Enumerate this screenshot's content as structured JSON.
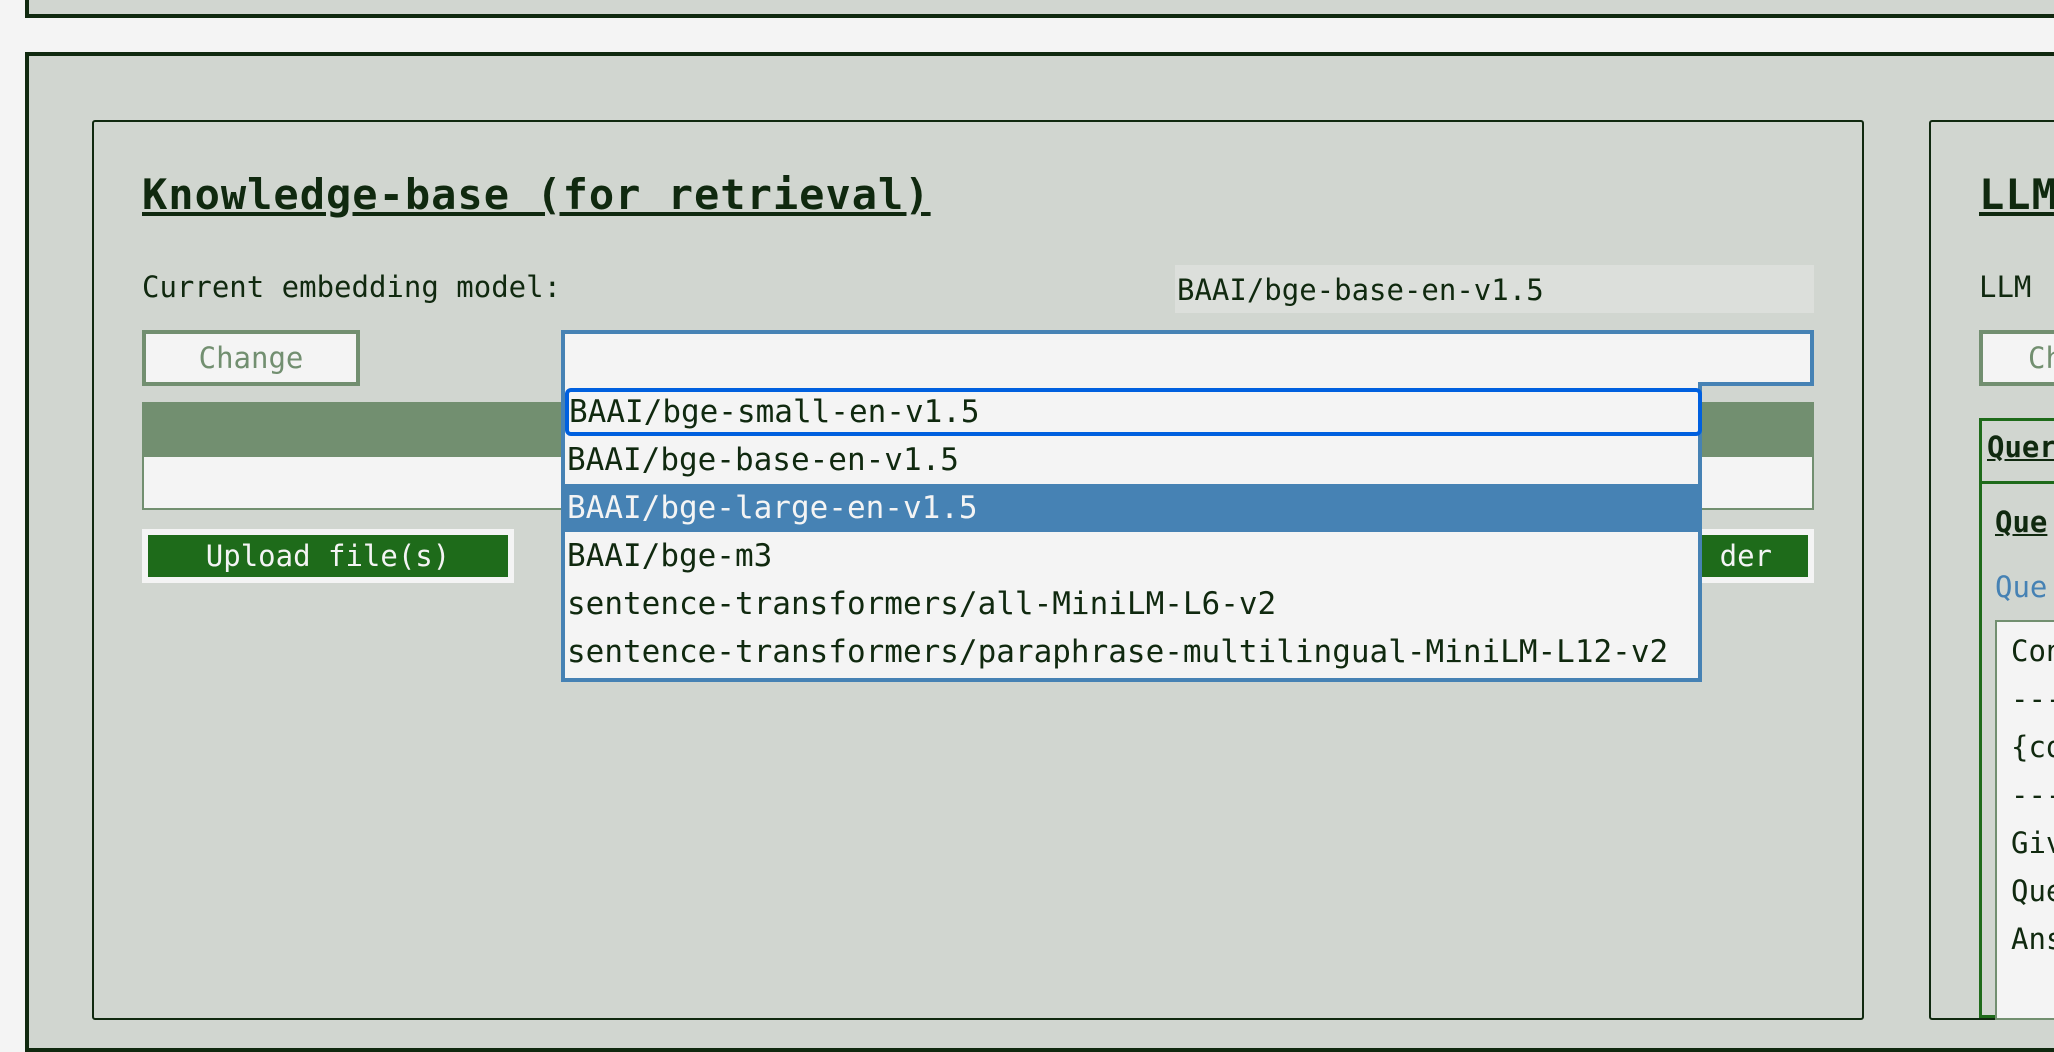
{
  "knowledge_base": {
    "title": "Knowledge-base (for retrieval)",
    "current_model_label": "Current embedding model:",
    "current_model_value": "BAAI/bge-base-en-v1.5",
    "change_button": "Change",
    "model_select": {
      "value": "",
      "options": [
        {
          "label": "BAAI/bge-small-en-v1.5",
          "state": "focused"
        },
        {
          "label": "BAAI/bge-base-en-v1.5",
          "state": ""
        },
        {
          "label": "BAAI/bge-large-en-v1.5",
          "state": "highlighted"
        },
        {
          "label": "BAAI/bge-m3",
          "state": ""
        },
        {
          "label": "sentence-transformers/all-MiniLM-L6-v2",
          "state": ""
        },
        {
          "label": "sentence-transformers/paraphrase-multilingual-MiniLM-L12-v2",
          "state": ""
        }
      ]
    },
    "upload_files_button": "Upload file(s)",
    "upload_folder_button_visible_text": "der"
  },
  "llm_panel": {
    "title_visible": "LLM",
    "label_visible": "LLM",
    "change_button_visible": "Ch",
    "tab_visible": "Quer",
    "section_title_visible": "Que",
    "field_label_visible": "Que",
    "prompt_lines_visible": [
      "Con",
      "---",
      "{co",
      "---",
      "Giv",
      "Que",
      "Ans"
    ]
  },
  "colors": {
    "background": "#d1d6d0",
    "border_dark": "#10290f",
    "accent_green": "#1e6b1a",
    "muted_green": "#728f70",
    "select_blue": "#4682b4",
    "focus_blue": "#0060df"
  }
}
